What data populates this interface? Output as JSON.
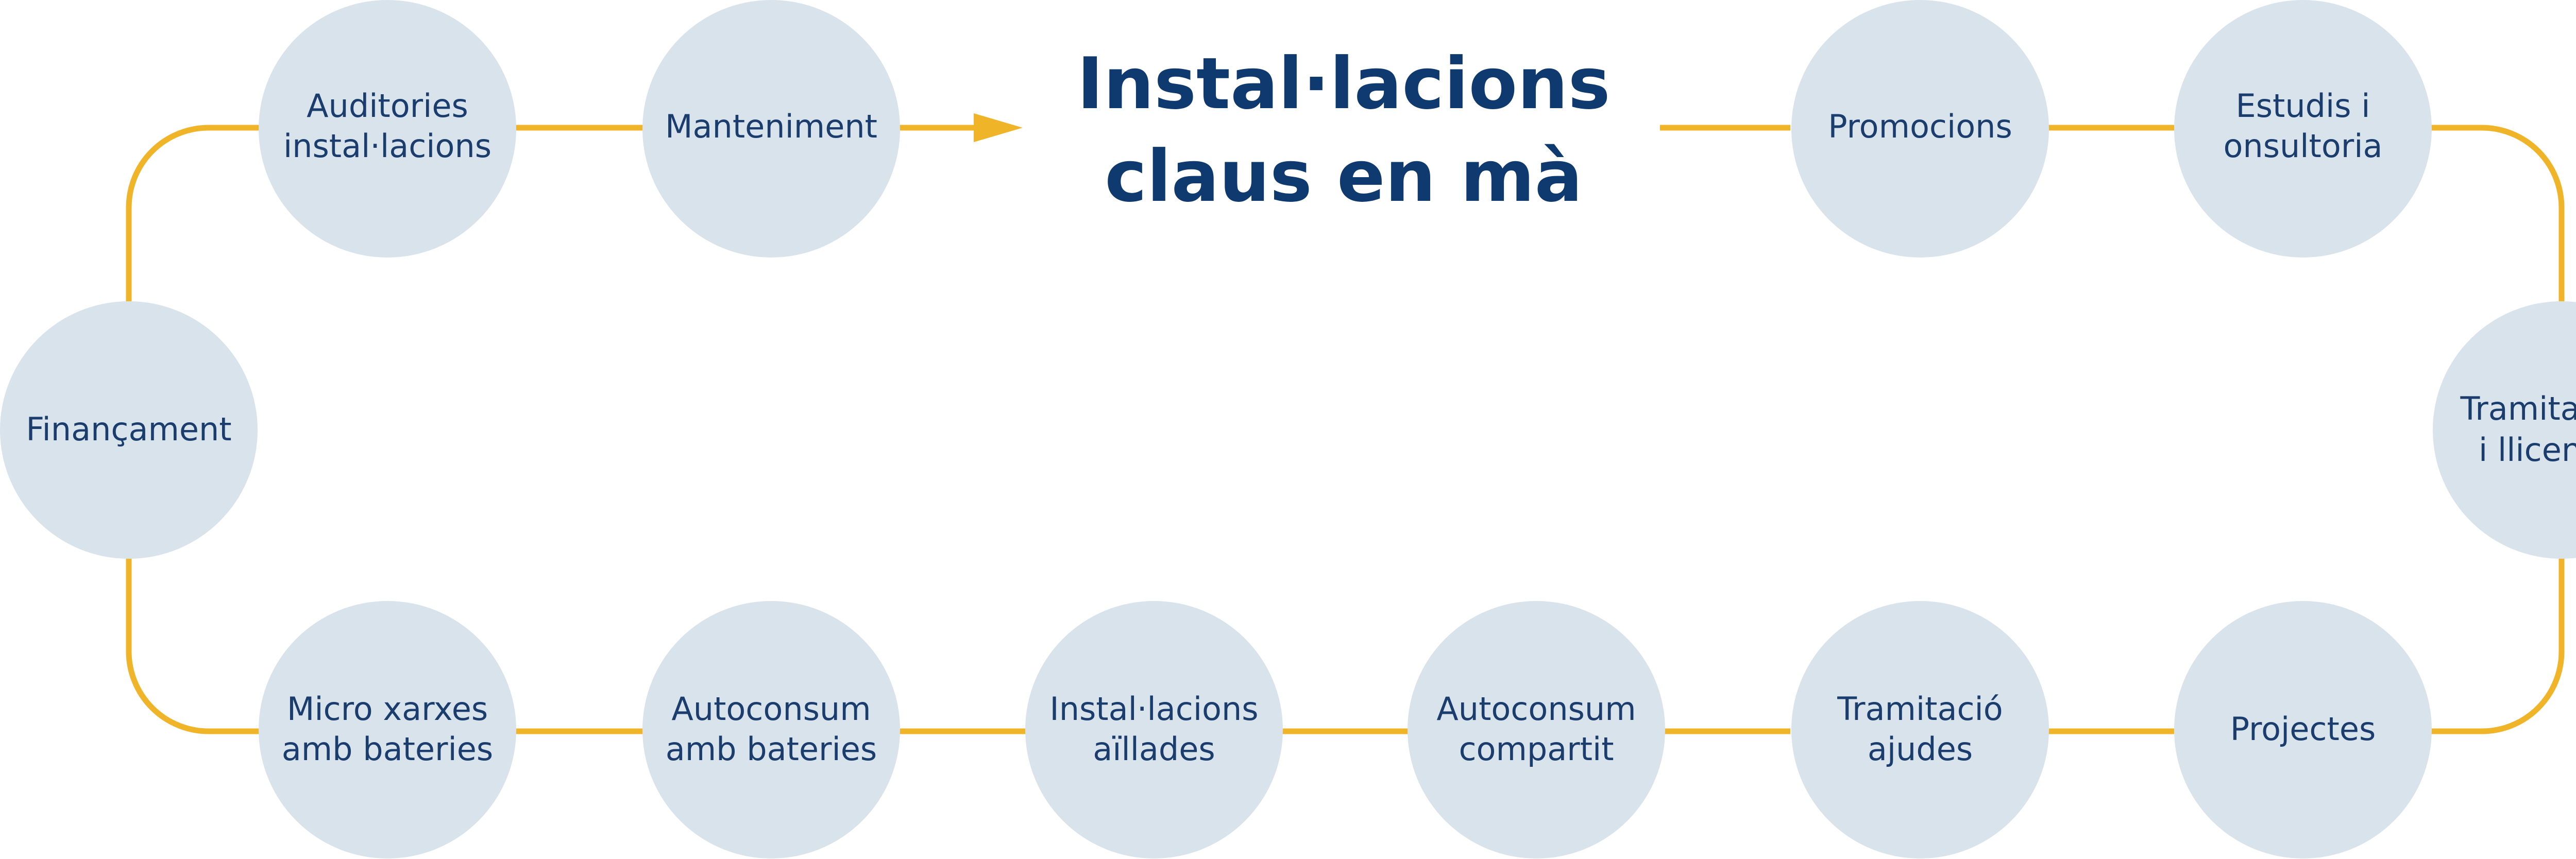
{
  "title": {
    "lines": [
      "Instal·lacions",
      "claus en mà"
    ]
  },
  "colors": {
    "connector": "#f0b429",
    "node_fill": "#d9e3ec",
    "node_text": "#1a3d6d",
    "title_text": "#0f3a70"
  },
  "nodes": [
    {
      "id": "auditories",
      "lines": [
        "Auditories",
        "instal·lacions"
      ]
    },
    {
      "id": "manteniment",
      "lines": [
        "Manteniment"
      ]
    },
    {
      "id": "promocions",
      "lines": [
        "Promocions"
      ]
    },
    {
      "id": "estudis",
      "lines": [
        "Estudis i",
        "onsultoria"
      ]
    },
    {
      "id": "financament",
      "lines": [
        "Finançament"
      ]
    },
    {
      "id": "tramitacions",
      "lines": [
        "Tramitacions",
        "i llicencies"
      ]
    },
    {
      "id": "micro-xarxes",
      "lines": [
        "Micro xarxes",
        "amb bateries"
      ]
    },
    {
      "id": "autoconsum-bateries",
      "lines": [
        "Autoconsum",
        "amb bateries"
      ]
    },
    {
      "id": "installacions-aillades",
      "lines": [
        "Instal·lacions",
        "aïllades"
      ]
    },
    {
      "id": "autoconsum-compartit",
      "lines": [
        "Autoconsum",
        "compartit"
      ]
    },
    {
      "id": "tramitacio-ajudes",
      "lines": [
        "Tramitació",
        "ajudes"
      ]
    },
    {
      "id": "projectes",
      "lines": [
        "Projectes"
      ]
    }
  ]
}
